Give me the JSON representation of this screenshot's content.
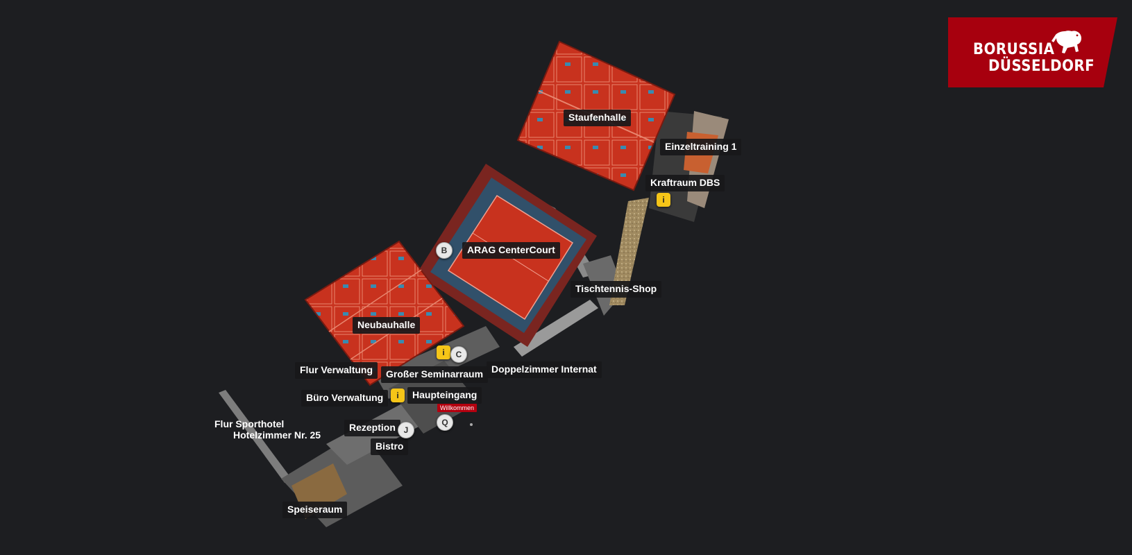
{
  "logo": {
    "line1": "BORUSSIA",
    "line2": "DÜSSELDORF",
    "brand_color": "#a7000e",
    "icon": "lion-icon"
  },
  "colors": {
    "background": "#1d1e21",
    "hall_floor": "#c8321e",
    "corridor": "#8c8c8c",
    "label_bg": "#18181a"
  },
  "rooms": [
    {
      "id": "staufenhalle",
      "label": "Staufenhalle"
    },
    {
      "id": "einzeltraining-1",
      "label": "Einzeltraining 1"
    },
    {
      "id": "kraftraum-dbs",
      "label": "Kraftraum DBS"
    },
    {
      "id": "arag-centercourt",
      "label": "ARAG CenterCourt"
    },
    {
      "id": "tischtennis-shop",
      "label": "Tischtennis-Shop"
    },
    {
      "id": "neubauhalle",
      "label": "Neubauhalle"
    },
    {
      "id": "flur-verwaltung",
      "label": "Flur Verwaltung"
    },
    {
      "id": "grosser-seminarraum",
      "label": "Großer Seminarraum"
    },
    {
      "id": "doppelzimmer-internat",
      "label": "Doppelzimmer Internat"
    },
    {
      "id": "buero-verwaltung",
      "label": "Büro Verwaltung"
    },
    {
      "id": "haupteingang",
      "label": "Haupteingang"
    },
    {
      "id": "flur-sporthotel",
      "label": "Flur Sporthotel"
    },
    {
      "id": "hotelzimmer-25",
      "label": "Hotelzimmer Nr. 25"
    },
    {
      "id": "rezeption",
      "label": "Rezeption"
    },
    {
      "id": "bistro",
      "label": "Bistro"
    },
    {
      "id": "speiseraum",
      "label": "Speiseraum"
    }
  ],
  "markers": [
    {
      "id": "marker-b",
      "text": "B",
      "style": "white"
    },
    {
      "id": "marker-i-1",
      "text": "i",
      "style": "yellow"
    },
    {
      "id": "marker-i-2",
      "text": "i",
      "style": "yellow"
    },
    {
      "id": "marker-i-3",
      "text": "i",
      "style": "yellow"
    },
    {
      "id": "marker-j",
      "text": "J",
      "style": "white"
    },
    {
      "id": "marker-q",
      "text": "Q",
      "style": "white"
    },
    {
      "id": "marker-c",
      "text": "C",
      "style": "white"
    }
  ],
  "welcome_sign": "Willkommen"
}
